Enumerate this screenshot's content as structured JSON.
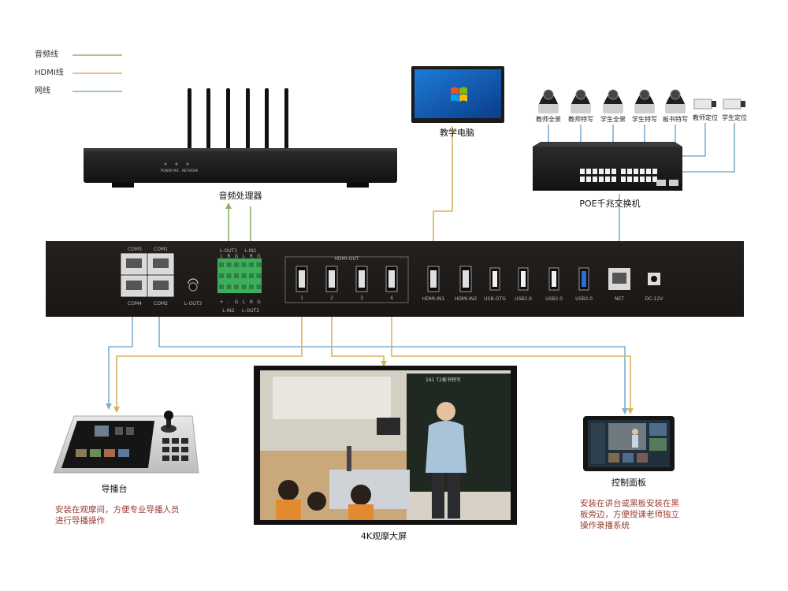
{
  "legend": [
    {
      "label": "音频线",
      "color": "#8db26a"
    },
    {
      "label": "HDMI线",
      "color": "#d9b25f"
    },
    {
      "label": "网线",
      "color": "#7fb0cf"
    }
  ],
  "devices": {
    "audio_processor": {
      "caption": "音频处理器",
      "indicators": [
        "POWER",
        "MIC",
        "NETWORK"
      ]
    },
    "teaching_pc": {
      "caption": "教学电脑"
    },
    "poe_switch": {
      "caption": "POE千兆交换机"
    },
    "cameras": [
      {
        "label": "教师全景"
      },
      {
        "label": "教师特写"
      },
      {
        "label": "学生全景"
      },
      {
        "label": "学生特写"
      },
      {
        "label": "板书特写"
      }
    ],
    "locators": [
      {
        "label": "教师定位"
      },
      {
        "label": "学生定位"
      }
    ],
    "director_console": {
      "caption": "导播台",
      "note_lines": [
        "安装在观摩间，方便专业导播人员",
        "进行导播操作"
      ]
    },
    "viewing_screen": {
      "caption": "4K观摩大屏",
      "board_text": "161 T2板书特写"
    },
    "control_panel": {
      "caption": "控制面板",
      "note_lines": [
        "安装在讲台或黑板安装在黑",
        "板旁边，方便授课老师独立",
        "操作录播系统"
      ]
    }
  },
  "host_panel": {
    "com_top": [
      "COM3",
      "COM1"
    ],
    "com_bottom": [
      "COM4",
      "COM2"
    ],
    "lout3": "L-OUT3",
    "terminal_top": [
      "L-OUT1",
      "L-IN1"
    ],
    "terminal_top_pins": [
      "L",
      "R",
      "G",
      "L",
      "R",
      "G"
    ],
    "terminal_bottom_pins": [
      "+",
      "-",
      "G",
      "L",
      "R",
      "G"
    ],
    "terminal_bottom": [
      "L-IN2",
      "L-OUT2"
    ],
    "hdmi_out_group": "HDMI-OUT",
    "hdmi_out_numbers": [
      "1",
      "2",
      "3",
      "4"
    ],
    "rear_ports": [
      "HDMI-IN1",
      "HDMI-IN2",
      "USB-OTG",
      "USB2.0",
      "USB2.0",
      "USB3.0",
      "NET",
      "DC-12V"
    ]
  }
}
